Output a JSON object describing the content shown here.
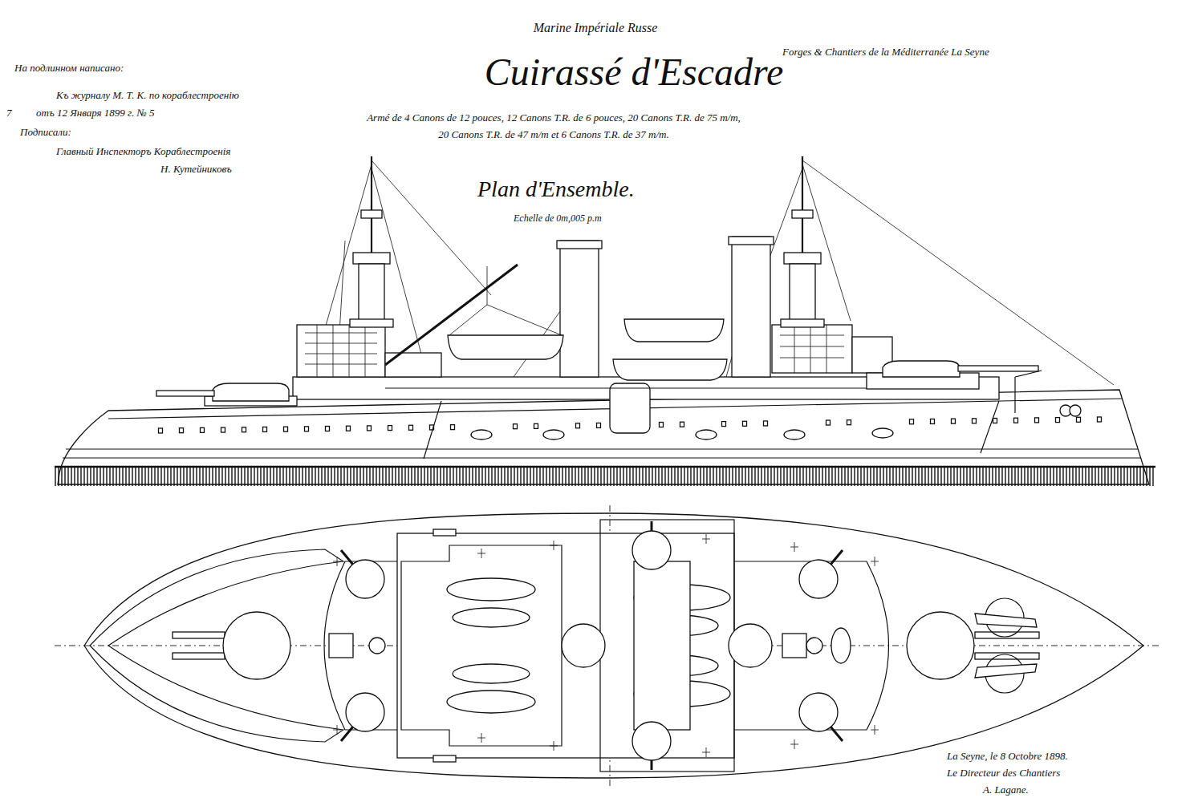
{
  "diagram": {
    "title": "Cuirassé d'Escadre",
    "labels": [
      "Marine Impériale Russe",
      "Armé de 4 Canons de 12 pouces, 12 Canons T.R. de 6 pouces, 20 Canons T.R. de 75 m/m,",
      "20 Canons T.R. de 47 m/m et 6 Canons T.R. de 37 m/m.",
      "Plan d'Ensemble.",
      "Echelle de 0m,005 p.m",
      "Forges & Chantiers de la Méditerranée La Seyne",
      "На подлинном написано:",
      "Къ журналу М. Т. К. по кораблестроенію",
      "отъ 12 Января 1899 г. № 5",
      "7",
      "Подписали:",
      "Главный Инспекторъ Кораблестроенія",
      "Н. Кутейниковъ",
      "La Seyne, le 8 Octobre 1898.",
      "Le Directeur des Chantiers",
      "A. Lagane."
    ]
  }
}
